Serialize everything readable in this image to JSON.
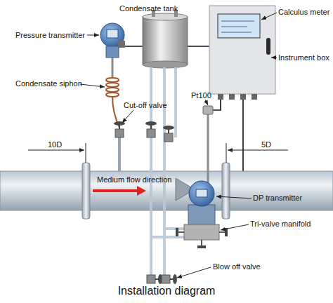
{
  "diagram": {
    "caption": "Installation diagram",
    "labels": [
      "Condensate tank",
      "Calculus meter",
      "Pressure transmitter",
      "Instrument box",
      "Condensate siphon",
      "Cut-off valve",
      "10D",
      "Pt100",
      "5D",
      "Medium flow direction",
      "DP transmitter",
      "Tri-valve manifold",
      "Blow off valve"
    ]
  }
}
